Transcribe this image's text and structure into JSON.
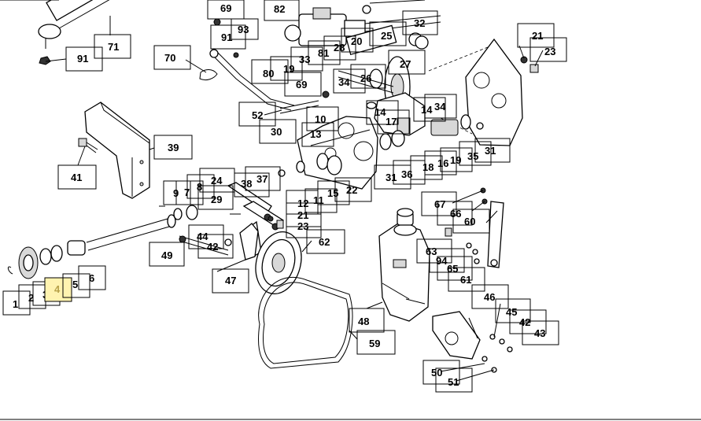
{
  "callouts": {
    "c1": "1",
    "c2": "2",
    "c3": "3",
    "c4": "4",
    "c5": "5",
    "c6": "6",
    "c7": "7",
    "c8": "8",
    "c9": "9",
    "c10": "10",
    "c11": "11",
    "c12": "12",
    "c13": "13",
    "c14a": "14",
    "c14b": "14",
    "c15": "15",
    "c16": "16",
    "c17": "17",
    "c18": "18",
    "c19a": "19",
    "c19b": "19",
    "c20": "20",
    "c21a": "21",
    "c21b": "21",
    "c22": "22",
    "c23a": "23",
    "c23b": "23",
    "c24": "24",
    "c25": "25",
    "c26": "26",
    "c27": "27",
    "c28": "28",
    "c29": "29",
    "c30": "30",
    "c31a": "31",
    "c31b": "31",
    "c32": "32",
    "c33": "33",
    "c34a": "34",
    "c34b": "34",
    "c35": "35",
    "c36": "36",
    "c37": "37",
    "c38": "38",
    "c39": "39",
    "c41": "41",
    "c42a": "42",
    "c42b": "42",
    "c43": "43",
    "c44": "44",
    "c45": "45",
    "c46": "46",
    "c47": "47",
    "c48": "48",
    "c49": "49",
    "c50": "50",
    "c51": "51",
    "c52": "52",
    "c59": "59",
    "c60": "60",
    "c61": "61",
    "c62": "62",
    "c63": "63",
    "c65": "65",
    "c66": "66",
    "c67": "67",
    "c69a": "69",
    "c69b": "69",
    "c70": "70",
    "c71": "71",
    "c80": "80",
    "c81": "81",
    "c82": "82",
    "c91a": "91",
    "c91b": "91",
    "c93": "93",
    "c94": "94"
  },
  "highlighted_callout": "4",
  "colors": {
    "ink": "#000000",
    "highlight": "#fff3b0",
    "highlight_text": "#b8a24a",
    "background": "#ffffff"
  }
}
